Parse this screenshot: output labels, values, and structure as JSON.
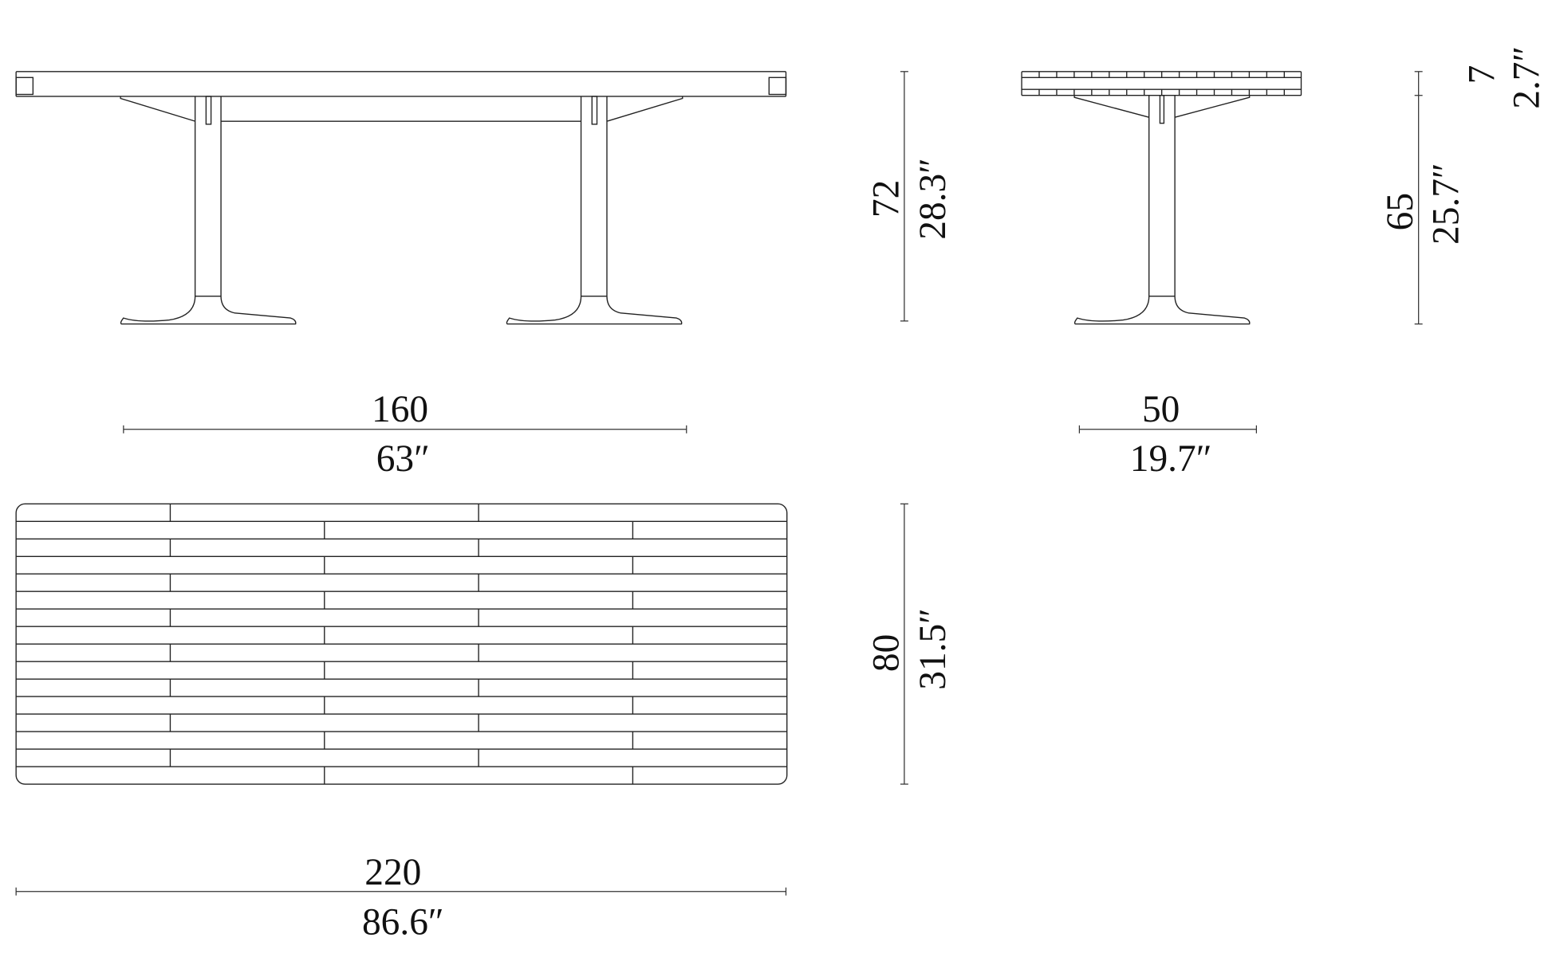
{
  "drawing": {
    "front_view": {
      "width_cm": "160",
      "width_in": "63″",
      "height_cm": "72",
      "height_in": "28.3″"
    },
    "side_view": {
      "width_cm": "50",
      "width_in": "19.7″",
      "leg_height_cm": "65",
      "leg_height_in": "25.7″",
      "top_thickness_cm": "7",
      "top_thickness_in": "2.7″"
    },
    "top_view": {
      "length_cm": "220",
      "length_in": "86.6″",
      "depth_cm": "80",
      "depth_in": "31.5″",
      "slat_rows": 16
    }
  }
}
